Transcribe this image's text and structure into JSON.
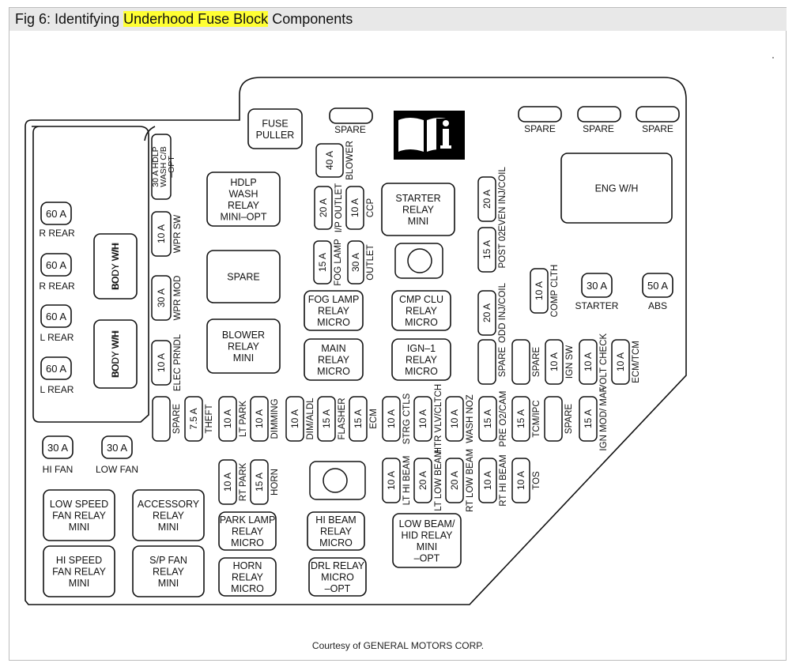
{
  "figure": {
    "title_prefix": "Fig 6: Identifying ",
    "title_highlight": "Underhood Fuse Block",
    "title_suffix": " Components",
    "credit": "Courtesy of GENERAL MOTORS CORP.",
    "highlight_color": "#ffff33"
  },
  "boxes": [
    {
      "id": "fuse-puller",
      "lines": [
        "FUSE",
        "PULLER"
      ]
    },
    {
      "id": "spare-top-left",
      "lines": []
    },
    {
      "id": "spare-right-1",
      "lines": []
    },
    {
      "id": "spare-right-2",
      "lines": []
    },
    {
      "id": "spare-right-3",
      "lines": []
    },
    {
      "id": "eng-wh",
      "lines": [
        "ENG W/H"
      ]
    },
    {
      "id": "hdlp-wash-relay",
      "lines": [
        "HDLP",
        "WASH",
        "RELAY",
        "MINI–OPT"
      ]
    },
    {
      "id": "spare-relay",
      "lines": [
        "SPARE"
      ]
    },
    {
      "id": "blower-relay",
      "lines": [
        "BLOWER",
        "RELAY",
        "MINI"
      ]
    },
    {
      "id": "starter-relay",
      "lines": [
        "STARTER",
        "RELAY",
        "MINI"
      ]
    },
    {
      "id": "fog-lamp-relay",
      "lines": [
        "FOG LAMP",
        "RELAY",
        "MICRO"
      ]
    },
    {
      "id": "cmp-clu-relay",
      "lines": [
        "CMP CLU",
        "RELAY",
        "MICRO"
      ]
    },
    {
      "id": "main-relay",
      "lines": [
        "MAIN",
        "RELAY",
        "MICRO"
      ]
    },
    {
      "id": "ign1-relay",
      "lines": [
        "IGN–1",
        "RELAY",
        "MICRO"
      ]
    },
    {
      "id": "body-wh-1",
      "lines": []
    },
    {
      "id": "body-wh-2",
      "lines": []
    },
    {
      "id": "low-speed-fan-relay",
      "lines": [
        "LOW SPEED",
        "FAN RELAY",
        "MINI"
      ]
    },
    {
      "id": "accessory-relay",
      "lines": [
        "ACCESSORY",
        "RELAY",
        "MINI"
      ]
    },
    {
      "id": "hi-speed-fan-relay",
      "lines": [
        "HI SPEED",
        "FAN RELAY",
        "MINI"
      ]
    },
    {
      "id": "sp-fan-relay",
      "lines": [
        "S/P FAN",
        "RELAY",
        "MINI"
      ]
    },
    {
      "id": "park-lamp-relay",
      "lines": [
        "PARK LAMP",
        "RELAY",
        "MICRO"
      ]
    },
    {
      "id": "hi-beam-relay",
      "lines": [
        "HI BEAM",
        "RELAY",
        "MICRO"
      ]
    },
    {
      "id": "low-beam-hid-relay",
      "lines": [
        "LOW BEAM/",
        "HID RELAY",
        "MINI",
        "–OPT"
      ]
    },
    {
      "id": "horn-relay",
      "lines": [
        "HORN",
        "RELAY",
        "MICRO"
      ]
    },
    {
      "id": "drl-relay",
      "lines": [
        "DRL RELAY",
        "MICRO",
        "–OPT"
      ]
    }
  ],
  "plain_labels": [
    {
      "id": "spare-top-left",
      "text": "SPARE"
    },
    {
      "id": "spare-right-1",
      "text": "SPARE"
    },
    {
      "id": "spare-right-2",
      "text": "SPARE"
    },
    {
      "id": "spare-right-3",
      "text": "SPARE"
    },
    {
      "id": "r-rear-1",
      "text": "R REAR"
    },
    {
      "id": "r-rear-2",
      "text": "R REAR"
    },
    {
      "id": "l-rear-1",
      "text": "L REAR"
    },
    {
      "id": "l-rear-2",
      "text": "L REAR"
    },
    {
      "id": "hi-fan",
      "text": "HI FAN"
    },
    {
      "id": "low-fan",
      "text": "LOW FAN"
    },
    {
      "id": "starter",
      "text": "STARTER"
    },
    {
      "id": "abs",
      "text": "ABS"
    }
  ],
  "h_fuses": [
    {
      "id": "r-rear-1",
      "amp": "60 A"
    },
    {
      "id": "r-rear-2",
      "amp": "60 A"
    },
    {
      "id": "l-rear-1",
      "amp": "60 A"
    },
    {
      "id": "l-rear-2",
      "amp": "60 A"
    },
    {
      "id": "hi-fan",
      "amp": "30 A"
    },
    {
      "id": "low-fan",
      "amp": "30 A"
    },
    {
      "id": "starter",
      "amp": "30 A"
    },
    {
      "id": "abs",
      "amp": "50 A"
    }
  ],
  "v_fuses": [
    {
      "id": "hdlp-wash-cb",
      "amp": "30 A HDLP WASH C/B –OPT",
      "label": ""
    },
    {
      "id": "wpr-sw",
      "amp": "10 A",
      "label": "WPR SW"
    },
    {
      "id": "wpr-mod",
      "amp": "30 A",
      "label": "WPR MOD"
    },
    {
      "id": "elec-prndl",
      "amp": "10 A",
      "label": "ELEC PRNDL"
    },
    {
      "id": "body-wh-1",
      "amp": "BODY W/H",
      "label": ""
    },
    {
      "id": "body-wh-2",
      "amp": "BODY W/H",
      "label": ""
    },
    {
      "id": "blower",
      "amp": "40 A",
      "label": "BLOWER"
    },
    {
      "id": "ip-outlet",
      "amp": "20 A",
      "label": "I/P OUTLET"
    },
    {
      "id": "ccp",
      "amp": "10 A",
      "label": "CCP"
    },
    {
      "id": "fog-lamp",
      "amp": "15 A",
      "label": "FOG LAMP"
    },
    {
      "id": "outlet",
      "amp": "30 A",
      "label": "OUTLET"
    },
    {
      "id": "even-inj-coil",
      "amp": "20 A",
      "label": "EVEN INJ/COIL"
    },
    {
      "id": "post-02",
      "amp": "15 A",
      "label": "POST 02"
    },
    {
      "id": "odd-inj-coil",
      "amp": "20 A",
      "label": "ODD INJ/COIL"
    },
    {
      "id": "comp-clth",
      "amp": "10 A",
      "label": "COMP CLTH"
    },
    {
      "id": "spare-v1",
      "amp": "",
      "label": "SPARE"
    },
    {
      "id": "spare-v2",
      "amp": "",
      "label": "SPARE"
    },
    {
      "id": "ign-sw",
      "amp": "10 A",
      "label": "IGN SW"
    },
    {
      "id": "volt-check",
      "amp": "10 A",
      "label": "VOLT CHECK"
    },
    {
      "id": "ecm-tcm",
      "amp": "10 A",
      "label": "ECM/TCM"
    },
    {
      "id": "spare-v3",
      "amp": "",
      "label": "SPARE"
    },
    {
      "id": "theft",
      "amp": "7.5 A",
      "label": "THEFT"
    },
    {
      "id": "lt-park",
      "amp": "10 A",
      "label": "LT PARK"
    },
    {
      "id": "dimming",
      "amp": "10 A",
      "label": "DIMMING"
    },
    {
      "id": "dim-aldl",
      "amp": "10 A",
      "label": "DIM/ALDL"
    },
    {
      "id": "flasher",
      "amp": "15 A",
      "label": "FLASHER"
    },
    {
      "id": "ecm",
      "amp": "15 A",
      "label": "ECM"
    },
    {
      "id": "strg-ctls",
      "amp": "10 A",
      "label": "STRG CTLS"
    },
    {
      "id": "htr-vlv-clutch",
      "amp": "10 A",
      "label": "HTR VLV/CLTCH"
    },
    {
      "id": "wash-noz",
      "amp": "10 A",
      "label": "WASH NOZ"
    },
    {
      "id": "pre-o2-cam",
      "amp": "15 A",
      "label": "PRE O2/CAM"
    },
    {
      "id": "tcm-ipc",
      "amp": "15 A",
      "label": "TCM/IPC"
    },
    {
      "id": "spare-v4",
      "amp": "",
      "label": "SPARE"
    },
    {
      "id": "ign-mod-maf",
      "amp": "15 A",
      "label": "IGN MOD/ MAF"
    },
    {
      "id": "rt-park",
      "amp": "10 A",
      "label": "RT PARK"
    },
    {
      "id": "horn",
      "amp": "15 A",
      "label": "HORN"
    },
    {
      "id": "lt-hi-beam",
      "amp": "10 A",
      "label": "LT HI BEAM"
    },
    {
      "id": "lt-low-beam",
      "amp": "20 A",
      "label": "LT LOW BEAM"
    },
    {
      "id": "rt-low-beam",
      "amp": "20 A",
      "label": "RT LOW BEAM"
    },
    {
      "id": "rt-hi-beam",
      "amp": "10 A",
      "label": "RT HI BEAM"
    },
    {
      "id": "tos",
      "amp": "10 A",
      "label": "TOS"
    }
  ]
}
